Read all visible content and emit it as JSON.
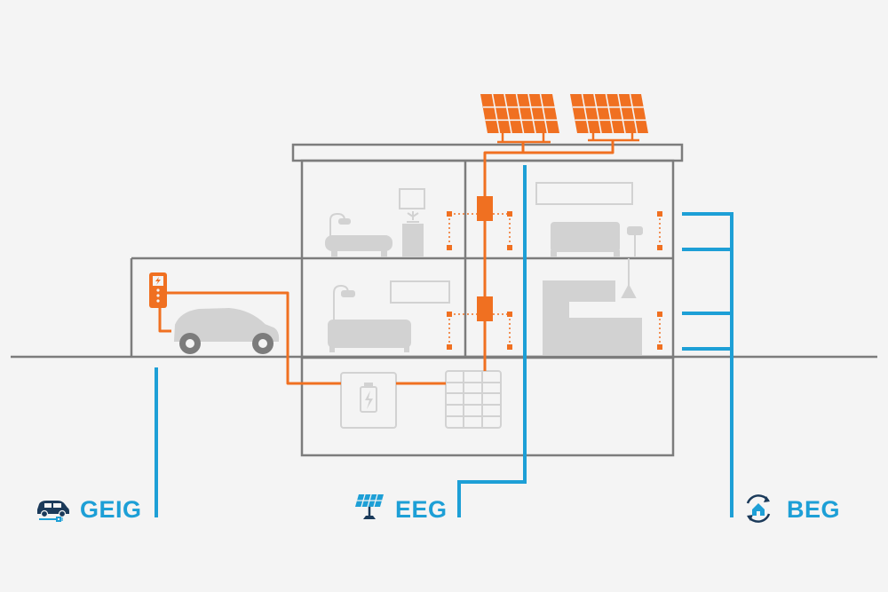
{
  "colors": {
    "background": "#f4f4f4",
    "structure": "#7c7c7c",
    "furniture": "#d2d2d2",
    "energy": "#f07021",
    "law": "#1d9fd6",
    "label_text": "#1d9fd6",
    "icon_dark": "#1b3a5a"
  },
  "legend": [
    {
      "id": "geig",
      "label": "GEIG",
      "icon": "electric-car-icon"
    },
    {
      "id": "eeg",
      "label": "EEG",
      "icon": "solar-panel-icon"
    },
    {
      "id": "beg",
      "label": "BEG",
      "icon": "home-renovation-icon"
    }
  ]
}
